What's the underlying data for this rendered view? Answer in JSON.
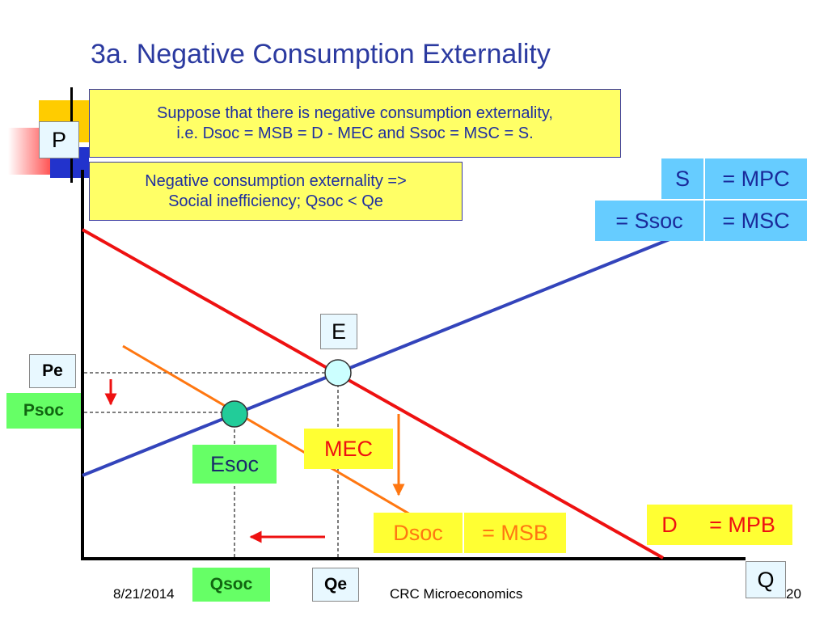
{
  "slide": {
    "title": "3a. Negative Consumption Externality",
    "date": "8/21/2014",
    "footer_center": "CRC Microeconomics",
    "page_number": "20"
  },
  "notes": {
    "note1_line1": "Suppose that there is negative consumption externality,",
    "note1_line2": "i.e. Dsoc = MSB = D - MEC and Ssoc = MSC = S.",
    "note2_line1": "Negative consumption externality =>",
    "note2_line2": "Social inefficiency; Qsoc < Qe"
  },
  "labels": {
    "axis_y": "P",
    "axis_x": "Q",
    "supply_s": "S",
    "supply_mpc": "= MPC",
    "supply_ssoc": "= Ssoc",
    "supply_msc": "= MSC",
    "demand_d": "D",
    "demand_mpb": "= MPB",
    "dsoc": "Dsoc",
    "msb": "= MSB",
    "mec": "MEC",
    "e": "E",
    "esoc": "Esoc",
    "pe": "Pe",
    "psoc": "Psoc",
    "qe": "Qe",
    "qsoc": "Qsoc"
  },
  "colors": {
    "title": "#2b3aa0",
    "supply_line": "#3344bb",
    "demand_line": "#ee1111",
    "dsoc_line": "#ff7711",
    "mec_arrow": "#ff7711",
    "shift_arrow": "#ee1111",
    "label_blue": "#66ccff",
    "label_yellow": "#ffff33",
    "label_green": "#66ff66",
    "note_yellow": "#ffff66"
  }
}
